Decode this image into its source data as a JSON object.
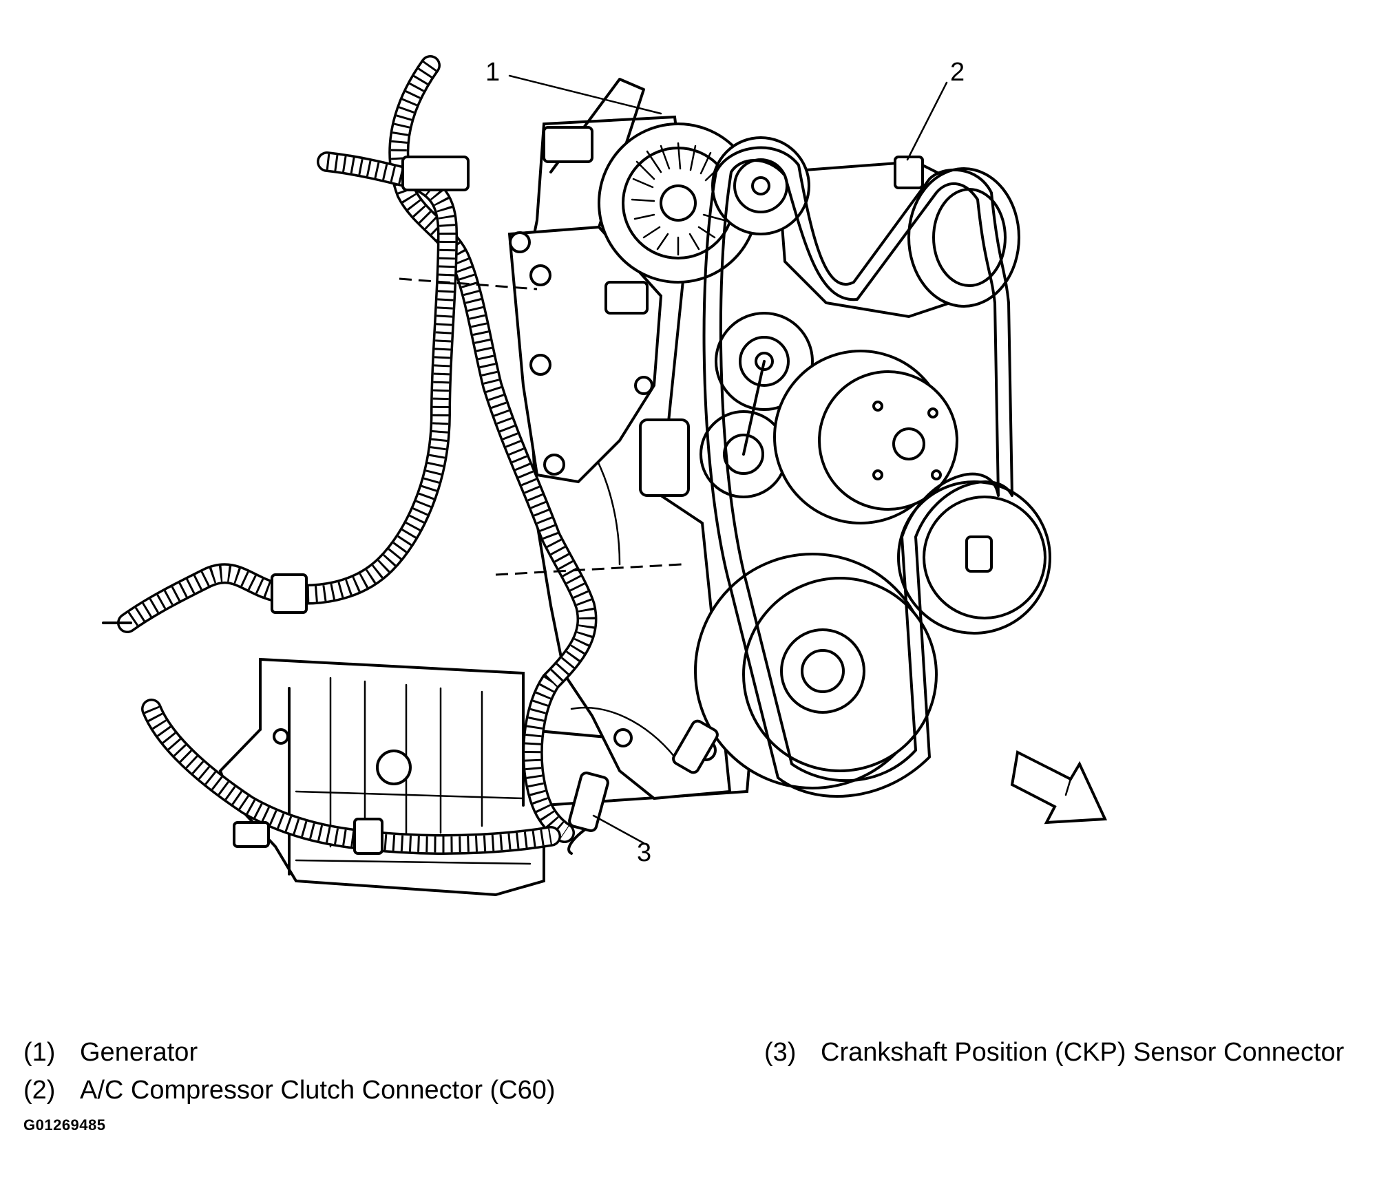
{
  "callouts": [
    {
      "number": "1"
    },
    {
      "number": "2"
    },
    {
      "number": "3"
    }
  ],
  "legend": [
    {
      "number": "(1)",
      "label": "Generator"
    },
    {
      "number": "(2)",
      "label": "A/C Compressor Clutch Connector (C60)"
    },
    {
      "number": "(3)",
      "label": "Crankshaft Position (CKP) Sensor Connector"
    }
  ],
  "figure_id": "G01269485",
  "icons": {
    "direction_arrow": "front-of-vehicle-arrow-icon"
  }
}
